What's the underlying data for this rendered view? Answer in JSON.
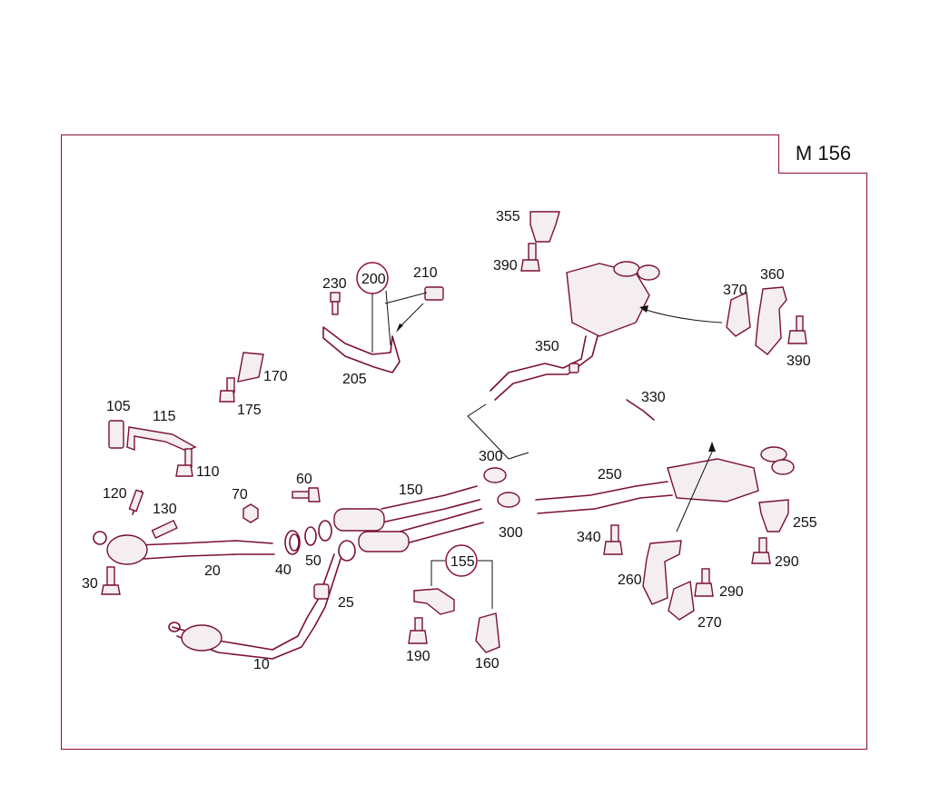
{
  "model_code": "M 156",
  "colors": {
    "frame": "#8a1030",
    "part_outline": "#7a1030",
    "text": "#111111"
  },
  "callouts": [
    "10",
    "20",
    "25",
    "30",
    "40",
    "50",
    "60",
    "70",
    "105",
    "110",
    "115",
    "120",
    "130",
    "150",
    "155",
    "160",
    "170",
    "175",
    "190",
    "200",
    "205",
    "210",
    "230",
    "250",
    "255",
    "260",
    "270",
    "290",
    "290",
    "300",
    "300",
    "330",
    "340",
    "350",
    "355",
    "360",
    "370",
    "390",
    "390"
  ]
}
